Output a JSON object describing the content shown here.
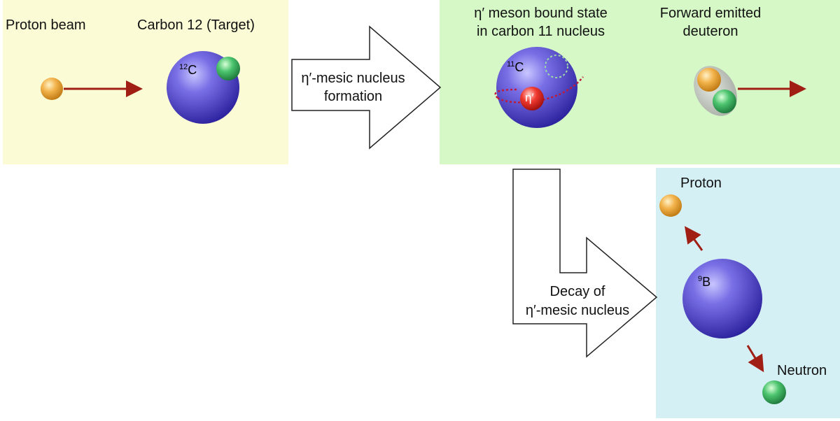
{
  "panels": {
    "formation": {
      "proton_beam_label": "Proton beam",
      "target_label": "Carbon 12 (Target)",
      "nucleus_mass_number": "12",
      "nucleus_symbol": "C"
    },
    "bound_state": {
      "title_line1": "η′ meson bound state",
      "title_line2": "in carbon 11 nucleus",
      "nucleus_mass_number": "11",
      "nucleus_symbol": "C",
      "meson_label": "η′",
      "deuteron_line1": "Forward emitted",
      "deuteron_line2": "deuteron"
    },
    "decay": {
      "proton_label": "Proton",
      "neutron_label": "Neutron",
      "nucleus_mass_number": "9",
      "nucleus_symbol": "B"
    }
  },
  "arrows": {
    "formation_line1": "η′-mesic nucleus",
    "formation_line2": "formation",
    "decay_line1": "Decay of",
    "decay_line2": "η′-mesic nucleus"
  },
  "colors": {
    "panel1_bg": "#fbfbd6",
    "panel2_bg": "#d5f8c6",
    "panel3_bg": "#d4f0f4",
    "nucleus": "#5548c8",
    "proton": "#e8a93a",
    "neutron": "#3cae63",
    "meson": "#e0302a",
    "momentum_arrow": "#a01e14"
  }
}
